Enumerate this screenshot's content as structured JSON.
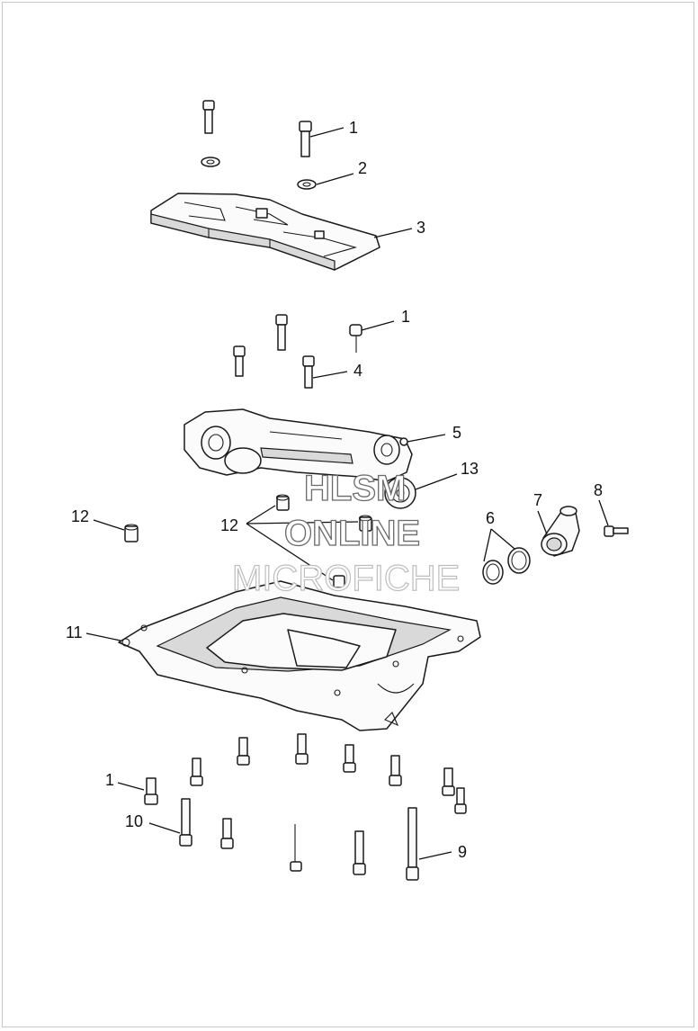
{
  "callouts": {
    "c1a": "1",
    "c2": "2",
    "c3": "3",
    "c1b": "1",
    "c4": "4",
    "c5": "5",
    "c13": "13",
    "c12a": "12",
    "c12b": "12",
    "c6": "6",
    "c7": "7",
    "c8": "8",
    "c11": "11",
    "c1c": "1",
    "c10": "10",
    "c9": "9"
  },
  "watermark": {
    "line1": "HLSM",
    "line2": "ONLINE",
    "line3": "MICROFICHE"
  }
}
